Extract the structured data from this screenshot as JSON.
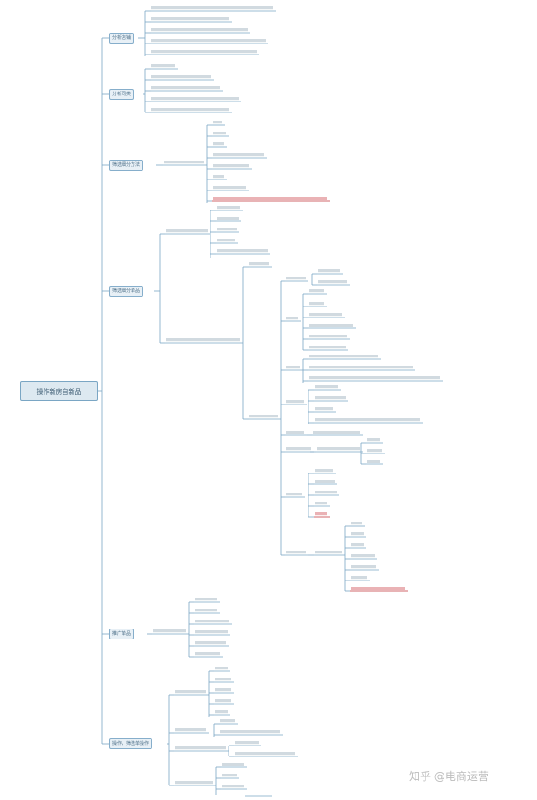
{
  "root": {
    "label": "操作新房自新品"
  },
  "branches": [
    {
      "label": "分析店铺"
    },
    {
      "label": "分析同类"
    },
    {
      "label": "筛选细分方法"
    },
    {
      "label": "筛选细分单品"
    },
    {
      "label": "推广单品"
    },
    {
      "label": "操作，筛选单操作"
    }
  ],
  "watermark": "知乎 @电商运营",
  "colors": {
    "line": "#7aa6c4",
    "accent_red": "#c0353a",
    "node_fill": "#dde9f1"
  }
}
